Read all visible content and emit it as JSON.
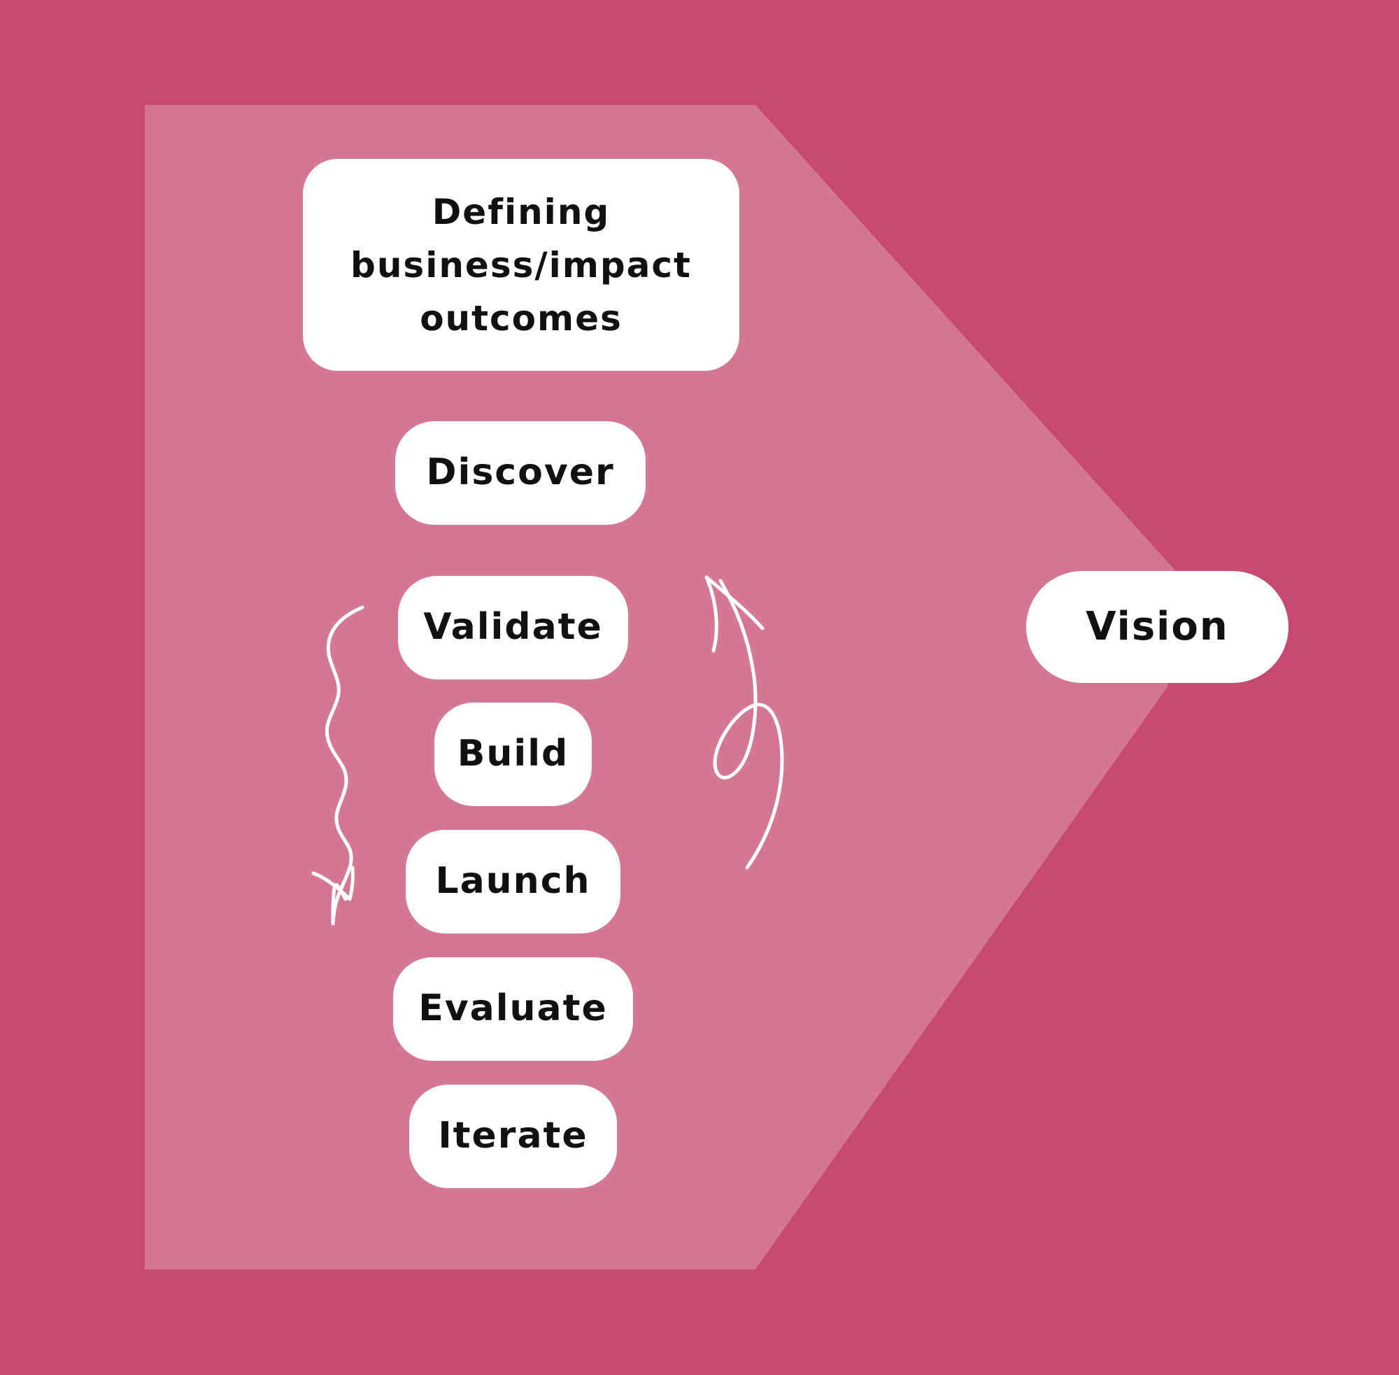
{
  "diagram": {
    "colors": {
      "background": "#c64970",
      "panel": "#d47793",
      "box": "#ffffff",
      "text": "#111111",
      "arrow": "#ffffff"
    },
    "outcomes_box": {
      "text": "Defining business/impact outcomes"
    },
    "steps": [
      {
        "label": "Discover"
      },
      {
        "label": "Validate"
      },
      {
        "label": "Build"
      },
      {
        "label": "Launch"
      },
      {
        "label": "Evaluate"
      },
      {
        "label": "Iterate"
      }
    ],
    "vision": {
      "label": "Vision"
    },
    "arrows": [
      {
        "name": "wavy-arrow",
        "direction": "down"
      },
      {
        "name": "loop-arrow",
        "direction": "up"
      }
    ]
  }
}
